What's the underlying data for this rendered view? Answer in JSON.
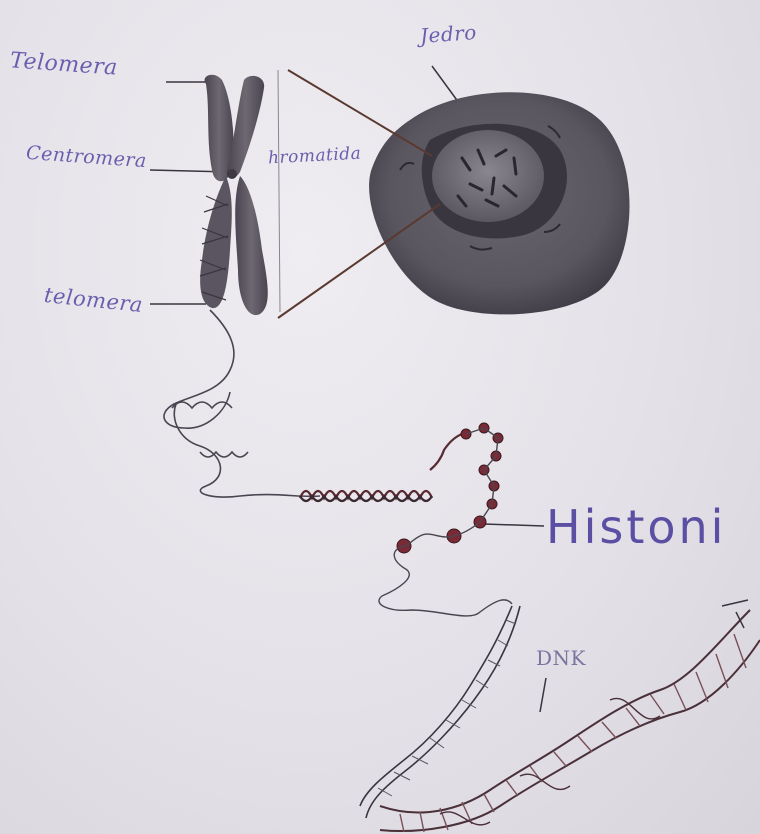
{
  "labels": {
    "jedro": "Jedro",
    "telomere_top": "Telomera",
    "centromere": "Centromera",
    "chromatid": "hromatida",
    "telomere_bottom": "telomera",
    "histones": "Histoni",
    "dna": "DNK"
  },
  "colors": {
    "ink": "#6a5fae",
    "pencil": "#5a5560",
    "histone": "#7a2a35",
    "paper": "#e6e3e9"
  }
}
